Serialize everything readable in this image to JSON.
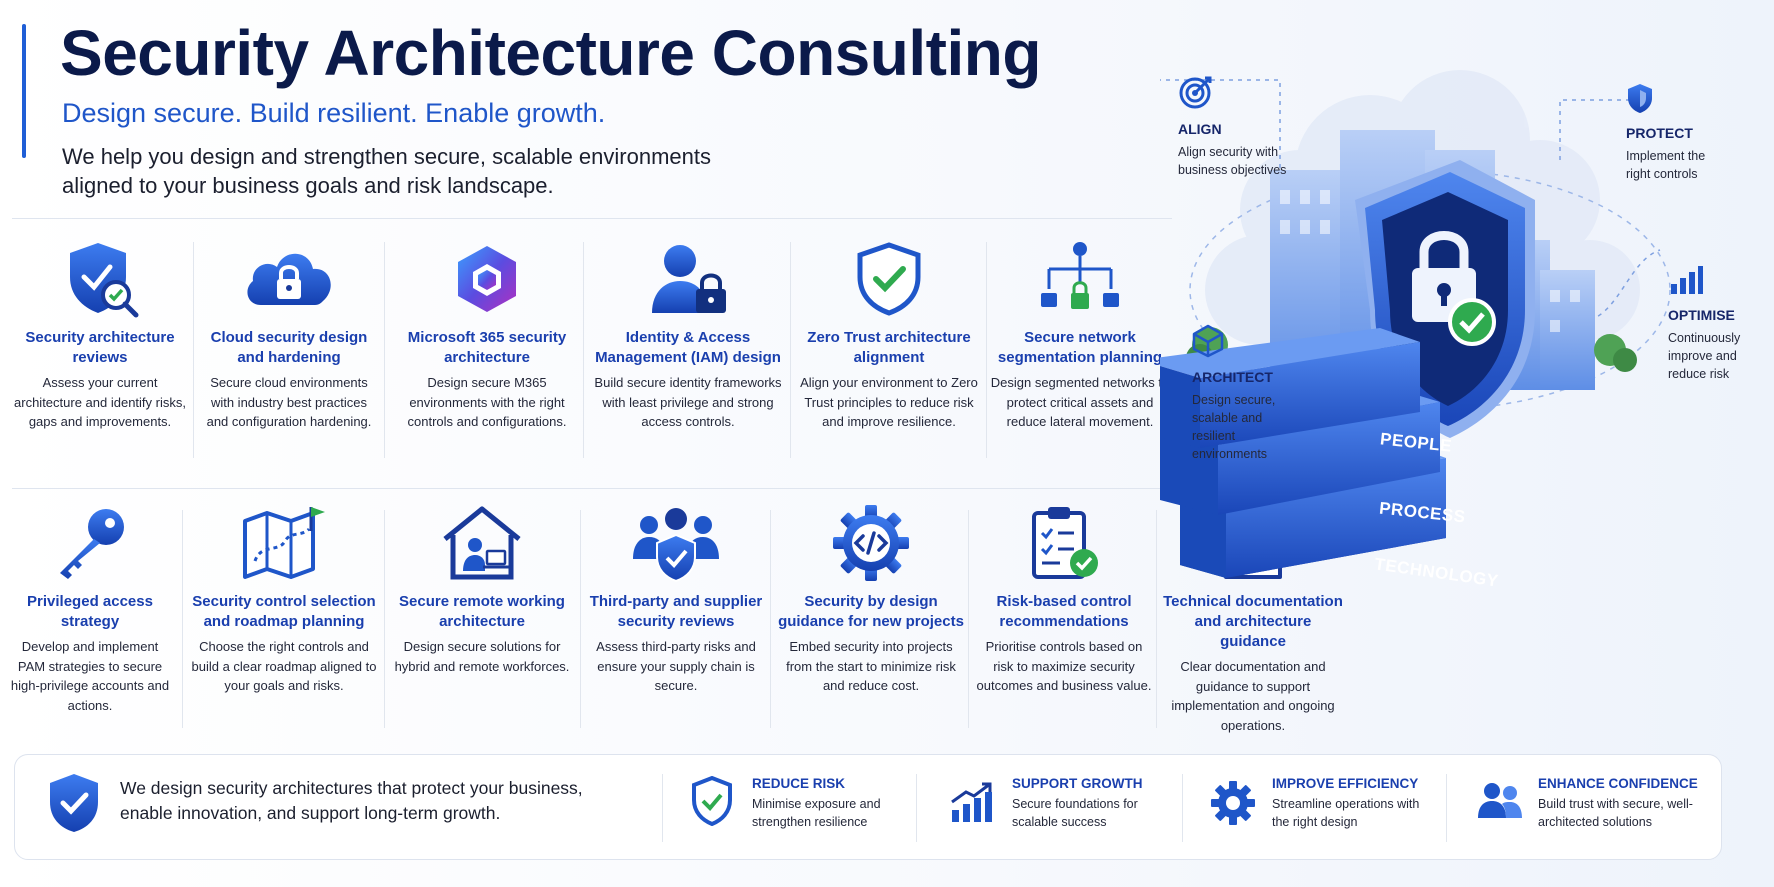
{
  "header": {
    "title": "Security Architecture Consulting",
    "tagline": "Design secure. Build resilient. Enable growth.",
    "intro": "We help you design and strengthen secure, scalable environments aligned to your business goals and risk landscape."
  },
  "services_row1": [
    {
      "icon": "shield-search-icon",
      "title": "Security architecture reviews",
      "desc": "Assess your current architecture and identify risks, gaps and improvements."
    },
    {
      "icon": "cloud-lock-icon",
      "title": "Cloud security design and hardening",
      "desc": "Secure cloud environments with industry best practices and configuration hardening."
    },
    {
      "icon": "microsoft-365-icon",
      "title": "Microsoft 365 security architecture",
      "desc": "Design secure M365 environments with the right controls and configurations."
    },
    {
      "icon": "user-lock-icon",
      "title": "Identity & Access Management (IAM) design",
      "desc": "Build secure identity frameworks with least privilege and strong access controls."
    },
    {
      "icon": "shield-check-icon",
      "title": "Zero Trust architecture alignment",
      "desc": "Align your environment to Zero Trust principles to reduce risk and improve resilience."
    },
    {
      "icon": "network-lock-icon",
      "title": "Secure network segmentation planning",
      "desc": "Design segmented networks to protect critical assets and reduce lateral movement."
    }
  ],
  "services_row2": [
    {
      "icon": "key-icon",
      "title": "Privileged access strategy",
      "desc": "Develop and implement PAM strategies to secure high-privilege accounts and actions."
    },
    {
      "icon": "roadmap-icon",
      "title": "Security control selection and roadmap planning",
      "desc": "Choose the right controls and build a clear roadmap aligned to your goals and risks."
    },
    {
      "icon": "remote-work-icon",
      "title": "Secure remote working architecture",
      "desc": "Design secure solutions for hybrid and remote workforces."
    },
    {
      "icon": "supplier-group-icon",
      "title": "Third-party and supplier security reviews",
      "desc": "Assess third-party risks and ensure your supply chain is secure."
    },
    {
      "icon": "code-gear-icon",
      "title": "Security by design guidance for new projects",
      "desc": "Embed security into projects from the start to minimize risk and reduce cost."
    },
    {
      "icon": "checklist-icon",
      "title": "Risk-based control recommendations",
      "desc": "Prioritise controls based on risk to maximize security outcomes and business value."
    },
    {
      "icon": "document-diagram-icon",
      "title": "Technical documentation and architecture guidance",
      "desc": "Clear documentation and guidance to support implementation and ongoing operations."
    }
  ],
  "pillars": [
    {
      "icon": "target-icon",
      "title": "ALIGN",
      "desc": "Align security with business objectives"
    },
    {
      "icon": "shield-icon",
      "title": "PROTECT",
      "desc": "Implement the right controls"
    },
    {
      "icon": "bar-chart-icon",
      "title": "OPTIMISE",
      "desc": "Continuously improve and reduce risk"
    },
    {
      "icon": "cube-icon",
      "title": "ARCHITECT",
      "desc": "Design secure, scalable and resilient environments"
    }
  ],
  "stack": {
    "layers": [
      "PEOPLE",
      "PROCESS",
      "TECHNOLOGY"
    ]
  },
  "footer": {
    "statement": "We design security architectures that protect your business, enable innovation, and support long-term growth.",
    "benefits": [
      {
        "icon": "shield-check-icon",
        "title": "REDUCE RISK",
        "desc": "Minimise exposure and strengthen resilience"
      },
      {
        "icon": "growth-chart-icon",
        "title": "SUPPORT GROWTH",
        "desc": "Secure foundations for scalable success"
      },
      {
        "icon": "gear-icon",
        "title": "IMPROVE EFFICIENCY",
        "desc": "Streamline operations with the right design"
      },
      {
        "icon": "users-icon",
        "title": "ENHANCE CONFIDENCE",
        "desc": "Build trust with secure, well-architected solutions"
      }
    ]
  },
  "colors": {
    "primary": "#1f56c9",
    "navy": "#0b1a4a",
    "green": "#2faa4f"
  }
}
